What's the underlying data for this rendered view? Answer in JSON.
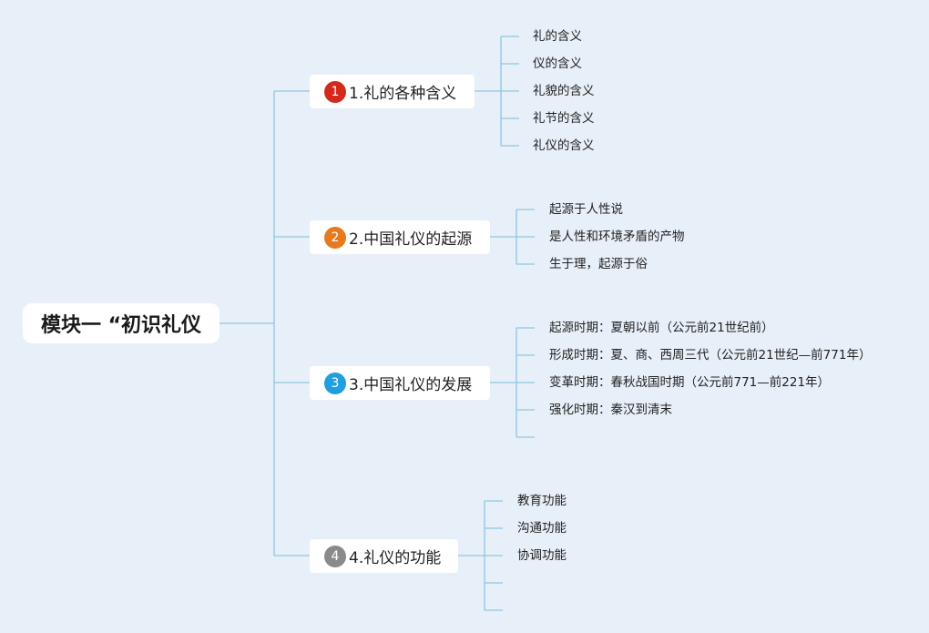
{
  "root": {
    "title": "模块一 “初识礼仪"
  },
  "colors": {
    "line": "#8ec6e0",
    "background": "#e7eff8"
  },
  "branches": [
    {
      "number": "1",
      "label": "1.礼的各种含义",
      "color": "#d42a1e",
      "leaves": [
        "礼的含义",
        "仪的含义",
        "礼貌的含义",
        "礼节的含义",
        "礼仪的含义"
      ]
    },
    {
      "number": "2",
      "label": "2.中国礼仪的起源",
      "color": "#e67a1e",
      "leaves": [
        "起源于人性说",
        "是人性和环境矛盾的产物",
        "生于理，起源于俗"
      ]
    },
    {
      "number": "3",
      "label": "3.中国礼仪的发展",
      "color": "#1f9fe0",
      "leaves": [
        "起源时期：夏朝以前（公元前21世纪前）",
        "形成时期：夏、商、西周三代（公元前21世纪—前771年）",
        "变革时期：春秋战国时期（公元前771—前221年）",
        "强化时期：秦汉到清末",
        ""
      ]
    },
    {
      "number": "4",
      "label": "4.礼仪的功能",
      "color": "#8a8a8a",
      "leaves": [
        "教育功能",
        "沟通功能",
        "协调功能",
        "",
        ""
      ]
    }
  ]
}
